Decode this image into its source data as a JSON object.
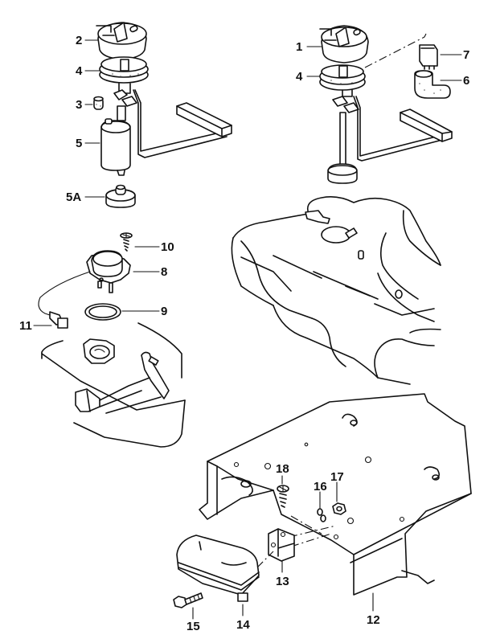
{
  "diagram": {
    "type": "exploded-parts-view",
    "stroke_color": "#111111",
    "background": "#ffffff",
    "callouts": [
      {
        "id": "1",
        "label": "1"
      },
      {
        "id": "2",
        "label": "2"
      },
      {
        "id": "3",
        "label": "3"
      },
      {
        "id": "4a",
        "label": "4"
      },
      {
        "id": "4b",
        "label": "4"
      },
      {
        "id": "5",
        "label": "5"
      },
      {
        "id": "5A",
        "label": "5A"
      },
      {
        "id": "6",
        "label": "6"
      },
      {
        "id": "7",
        "label": "7"
      },
      {
        "id": "8",
        "label": "8"
      },
      {
        "id": "9",
        "label": "9"
      },
      {
        "id": "10",
        "label": "10"
      },
      {
        "id": "11",
        "label": "11"
      },
      {
        "id": "12",
        "label": "12"
      },
      {
        "id": "13",
        "label": "13"
      },
      {
        "id": "14",
        "label": "14"
      },
      {
        "id": "15",
        "label": "15"
      },
      {
        "id": "16",
        "label": "16"
      },
      {
        "id": "17",
        "label": "17"
      },
      {
        "id": "18",
        "label": "18"
      }
    ]
  }
}
